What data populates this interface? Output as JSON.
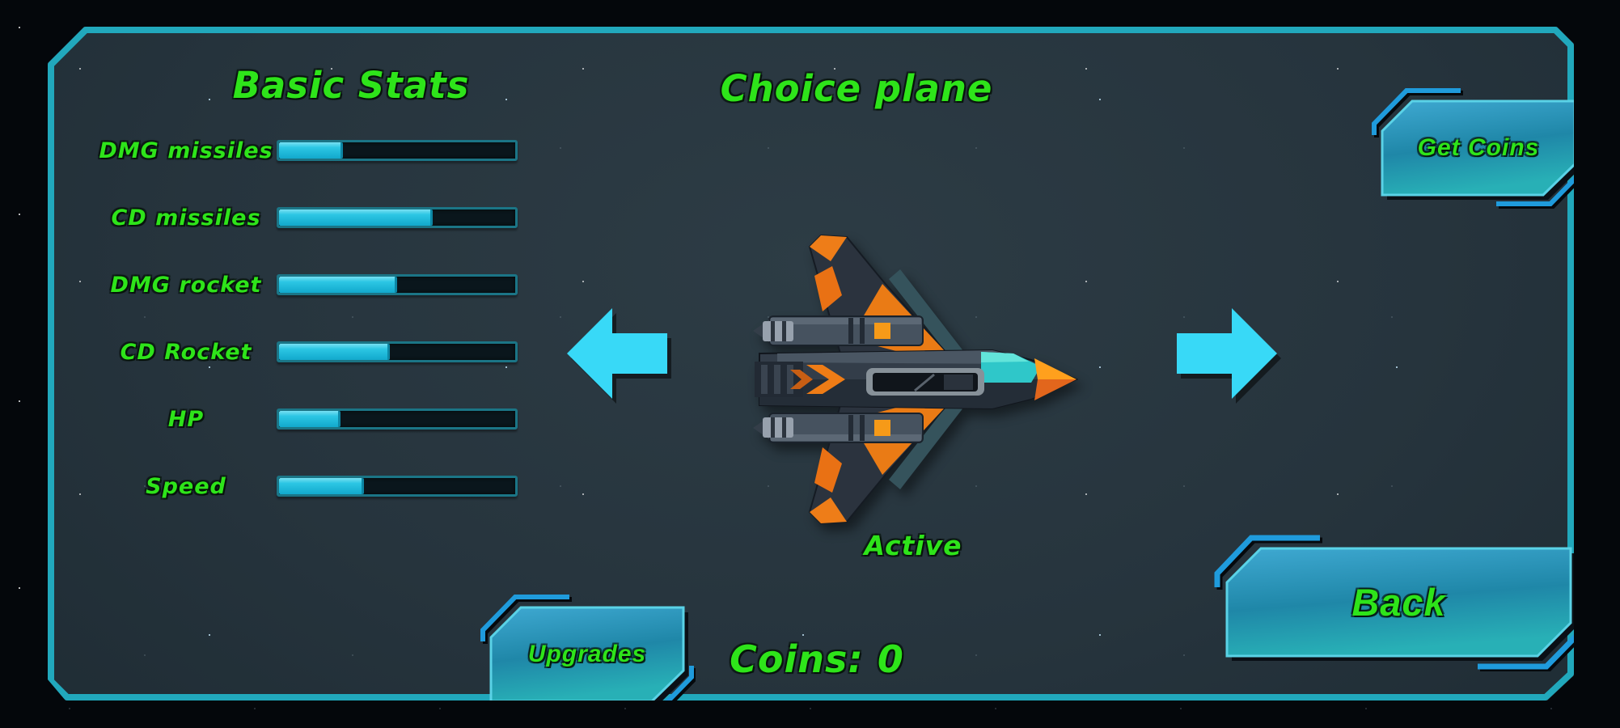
{
  "screen": {
    "stats_panel": {
      "title": "Basic Stats",
      "items": [
        {
          "label": "DMG missiles",
          "percent": 27
        },
        {
          "label": "CD missiles",
          "percent": 65
        },
        {
          "label": "DMG rocket",
          "percent": 50
        },
        {
          "label": "CD Rocket",
          "percent": 47
        },
        {
          "label": "HP",
          "percent": 26
        },
        {
          "label": "Speed",
          "percent": 36
        }
      ]
    },
    "chooser": {
      "title": "Choice plane",
      "status": "Active",
      "ship": "orange-fighter-ship",
      "icons": {
        "previous": "arrow-left-icon",
        "next": "arrow-right-icon"
      }
    },
    "buttons": {
      "get_coins": "Get Coins",
      "upgrades": "Upgrades",
      "back": "Back"
    },
    "coins_label": "Coins: 0",
    "colors": {
      "accent_green": "#2ee41a",
      "accent_cyan": "#38d9f7",
      "panel_border": "#21a8bc",
      "bar_fill": "#19bedf"
    }
  }
}
